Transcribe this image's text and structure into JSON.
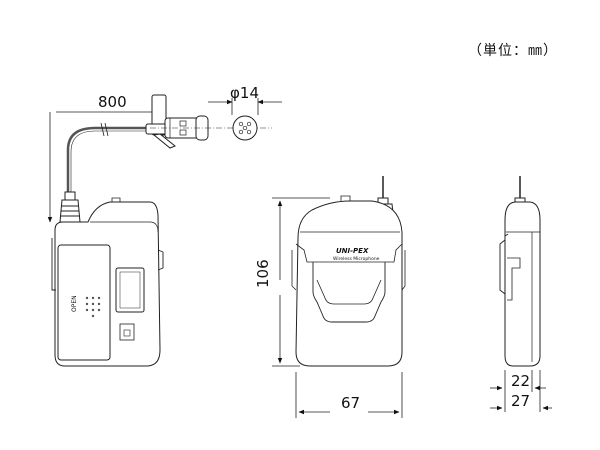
{
  "unit_note": "（単位：㎜）",
  "front_view": {
    "brand": "UNI-PEX",
    "subtitle": "Wireless Microphone",
    "open_label": "OPEN"
  },
  "dimensions": {
    "cable": "800",
    "mic_diameter": "φ14",
    "height": "106",
    "width": "67",
    "depth_body": "22",
    "depth_total": "27"
  }
}
